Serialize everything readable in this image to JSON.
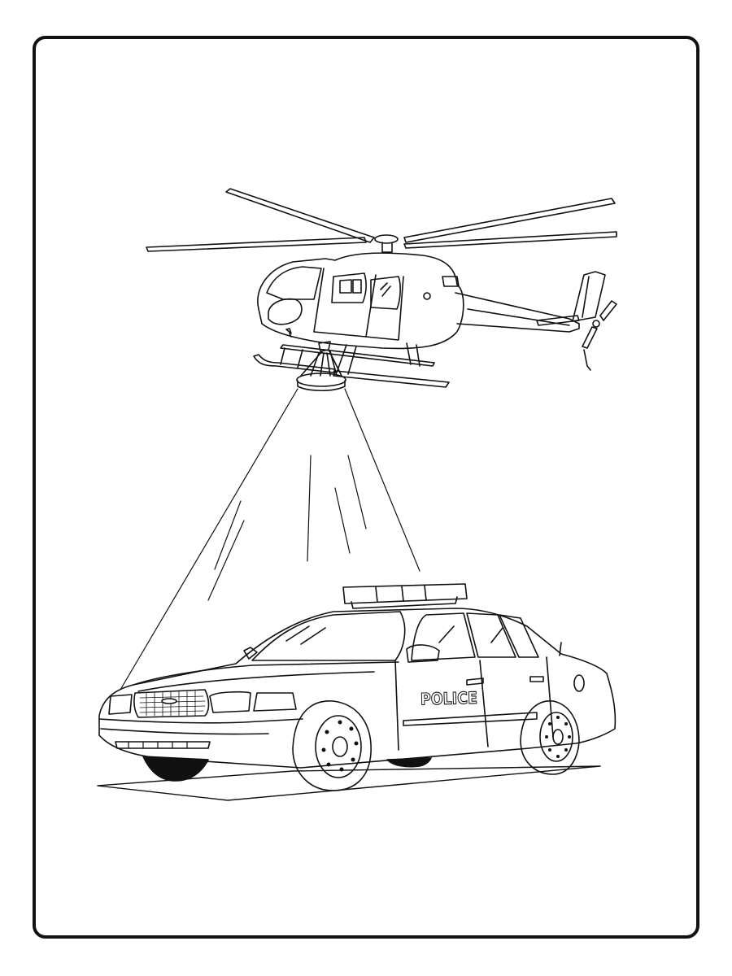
{
  "page": {
    "type": "coloring-page",
    "subject": "Police helicopter shining a spotlight on a police car"
  },
  "colors": {
    "background": "#ffffff",
    "line": "#111111",
    "frame": "#111111"
  },
  "helicopter": {
    "label": "police-helicopter"
  },
  "car": {
    "door_text": "POLICE"
  }
}
